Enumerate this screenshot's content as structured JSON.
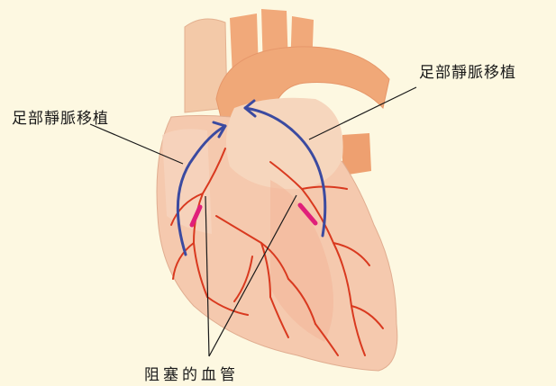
{
  "labels": {
    "left_graft": "足部靜脈移植",
    "right_graft": "足部靜脈移植",
    "blocked_vessels": "阻塞的血管"
  },
  "colors": {
    "background": "#fdf8e1",
    "graft": "#3b4aa0",
    "artery": "#d9391f",
    "blockage": "#e0207a",
    "heart": "#f2c4a8",
    "aorta": "#f0a878"
  }
}
